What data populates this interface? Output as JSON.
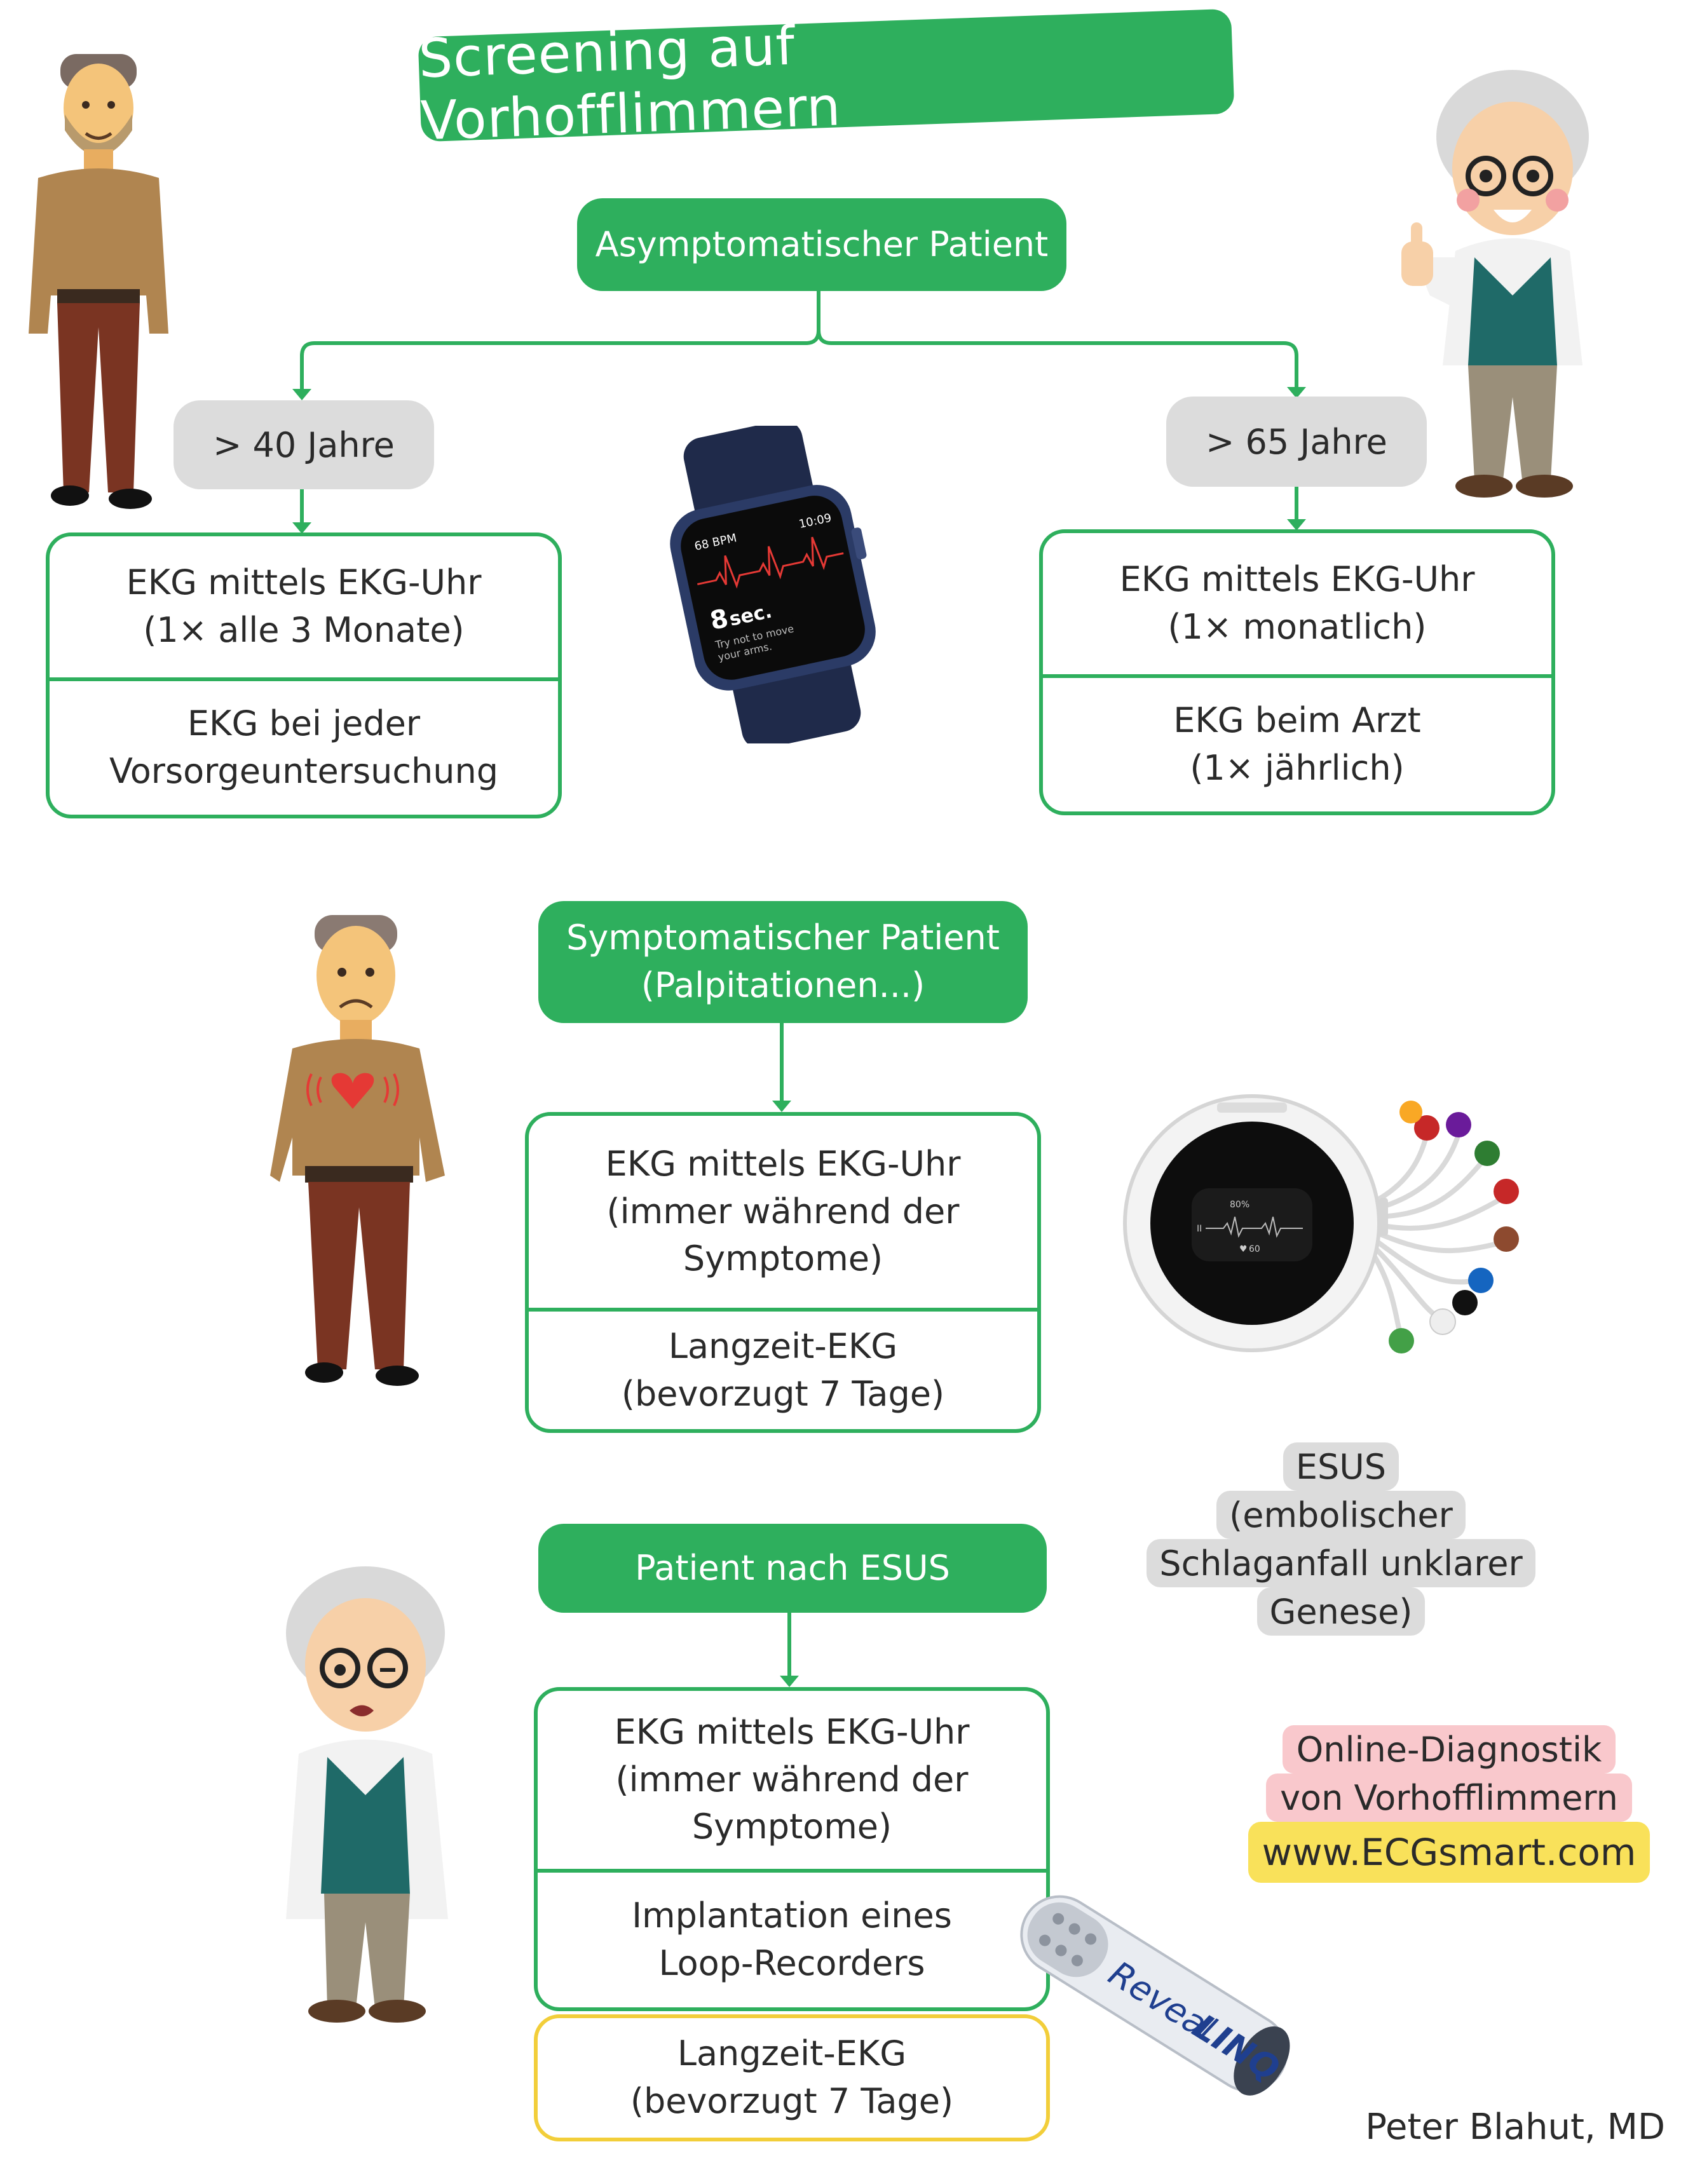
{
  "title": "Screening auf Vorhofflimmern",
  "asymptomatic": {
    "header": "Asymptomatischer Patient",
    "left": {
      "age": "> 40 Jahre",
      "items": [
        "EKG mittels EKG-Uhr\n(1× alle 3 Monate)",
        "EKG bei jeder\nVorsorgeuntersuchung"
      ]
    },
    "right": {
      "age": "> 65 Jahre",
      "items": [
        "EKG mittels EKG-Uhr\n(1× monatlich)",
        "EKG beim Arzt\n(1× jährlich)"
      ]
    }
  },
  "watch": {
    "bpm": "68 BPM",
    "time": "10:09",
    "seconds": "8",
    "seconds_unit": "sec.",
    "hint": "Try not to move\nyour arms."
  },
  "holter": {
    "battery": "80%",
    "lead": "II",
    "heart_rate": "60"
  },
  "symptomatic": {
    "header": "Symptomatischer Patient\n(Palpitationen...)",
    "items": [
      "EKG mittels EKG-Uhr\n(immer während der\nSymptome)",
      "Langzeit-EKG\n(bevorzugt 7 Tage)"
    ]
  },
  "esus": {
    "header": "Patient nach ESUS",
    "items": [
      "EKG mittels EKG-Uhr\n(immer während der\nSymptome)",
      "Implantation eines\nLoop-Recorders"
    ],
    "extra": "Langzeit-EKG\n(bevorzugt 7 Tage)",
    "definition": [
      "ESUS",
      "(embolischer",
      "Schlaganfall unklarer",
      "Genese)"
    ]
  },
  "loop_recorder": {
    "brand": "Reveal",
    "model": "LINQ",
    "trademark": "™"
  },
  "promo": {
    "line1": "Online-Diagnostik",
    "line2": "von Vorhofflimmern",
    "url": "www.ECGsmart.com"
  },
  "author": "Peter Blahut, MD",
  "colors": {
    "green": "#2eaf5d",
    "grey": "#dcdcdc",
    "pink": "#f9c8cc",
    "yellow": "#f9e15a",
    "yellow_border": "#f2ce3a"
  }
}
